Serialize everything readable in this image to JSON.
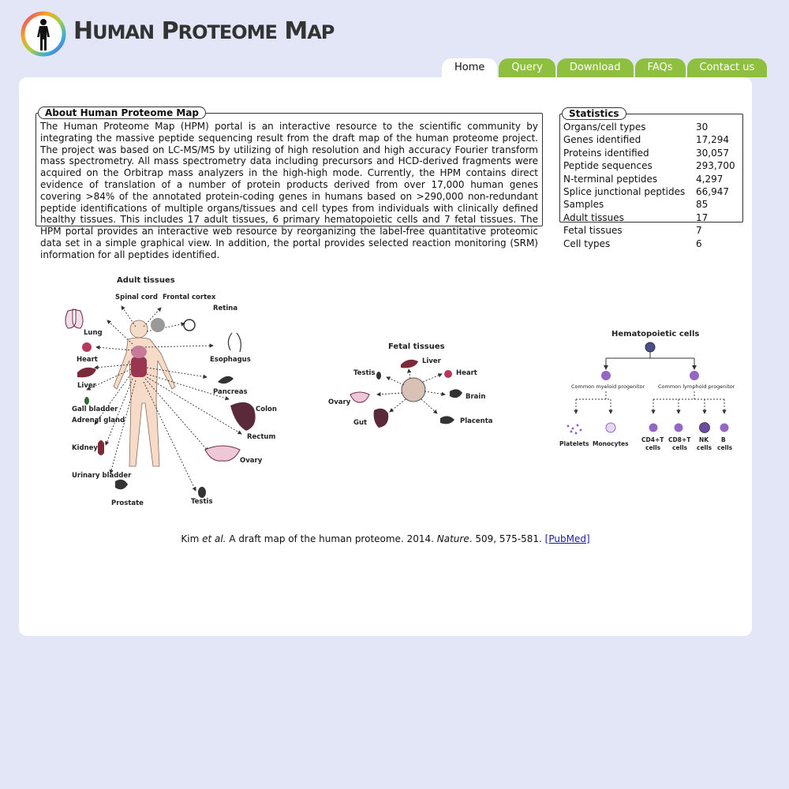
{
  "header": {
    "brand_h": "H",
    "brand_uman": "UMAN",
    "brand_p": "P",
    "brand_roteome": "ROTEOME",
    "brand_m": "M",
    "brand_ap": "AP"
  },
  "nav": {
    "tabs": [
      {
        "label": "Home",
        "active": true
      },
      {
        "label": "Query"
      },
      {
        "label": "Download"
      },
      {
        "label": "FAQs"
      },
      {
        "label": "Contact us"
      }
    ]
  },
  "about": {
    "title": "About Human Proteome Map",
    "text": "The Human Proteome Map (HPM) portal is an interactive resource to the scientific community by integrating the massive peptide sequencing result from the draft map of the human proteome project. The project was based on LC-MS/MS by utilizing of high resolution and high accuracy Fourier transform mass spectrometry. All mass spectrometry data including precursors and HCD-derived fragments were acquired on the Orbitrap mass analyzers in the high-high mode. Currently, the HPM contains direct evidence of translation of a number of protein products derived from over 17,000 human genes covering >84% of the annotated protein-coding genes in humans based on >290,000 non-redundant peptide identifications of multiple organs/tissues and cell types from individuals with clinically defined healthy tissues. This includes 17 adult tissues, 6 primary hematopoietic cells and 7 fetal tissues. The HPM portal provides an interactive web resource by reorganizing the label-free quantitative proteomic data set in a simple graphical view. In addition, the portal provides selected reaction monitoring (SRM) information for all peptides identified."
  },
  "stats": {
    "title": "Statistics",
    "rows": [
      {
        "label": "Organs/cell types",
        "value": "30"
      },
      {
        "label": "Genes identified",
        "value": "17,294"
      },
      {
        "label": "Proteins identified",
        "value": "30,057"
      },
      {
        "label": "Peptide sequences",
        "value": "293,700"
      },
      {
        "label": "N-terminal peptides",
        "value": "4,297"
      },
      {
        "label": "Splice junctional peptides",
        "value": "66,947"
      },
      {
        "label": "Samples",
        "value": "85"
      },
      {
        "label": "Adult tissues",
        "value": "17"
      },
      {
        "label": "Fetal tissues",
        "value": "7"
      },
      {
        "label": "Cell types",
        "value": "6"
      }
    ]
  },
  "figure": {
    "adult": {
      "title": "Adult tissues",
      "labels": [
        "Spinal cord",
        "Frontal cortex",
        "Retina",
        "Lung",
        "Heart",
        "Esophagus",
        "Liver",
        "Pancreas",
        "Gall bladder",
        "Colon",
        "Adrenal gland",
        "Rectum",
        "Kidney",
        "Ovary",
        "Urinary bladder",
        "Prostate",
        "Testis"
      ]
    },
    "fetal": {
      "title": "Fetal tissues",
      "labels": [
        "Liver",
        "Testis",
        "Heart",
        "Brain",
        "Ovary",
        "Gut",
        "Placenta"
      ]
    },
    "hemato": {
      "title": "Hematopoietic cells",
      "myeloid": "Common myeloid progenitor",
      "lymphoid": "Common lymphoid progenitor",
      "platelets": "Platelets",
      "monocytes": "Monocytes",
      "cd4_a": "CD4+T",
      "cd4_b": "cells",
      "cd8_a": "CD8+T",
      "cd8_b": "cells",
      "nk_a": "NK",
      "nk_b": "cells",
      "b_a": "B",
      "b_b": "cells"
    }
  },
  "citation": {
    "authors": "Kim ",
    "etal": "et al.",
    "title": " A draft map of the human proteome. 2014. ",
    "journal": "Nature",
    "rest": ".  509, 575-581. ",
    "link": "[PubMed]"
  },
  "colors": {
    "background": "#e2e6f7",
    "tab_green": "#8fbf3f",
    "link": "#1a1aa6"
  }
}
